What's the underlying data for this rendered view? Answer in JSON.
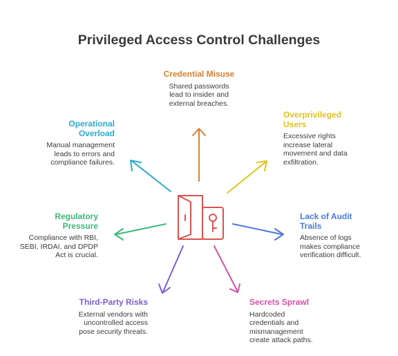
{
  "title": "Privileged Access Control Challenges",
  "items": [
    {
      "key": "credential",
      "heading": "Credential Misuse",
      "text": "Shared passwords\nlead to insider and\nexternal breaches.",
      "color": "#d9802f"
    },
    {
      "key": "overprivileged",
      "heading": "Overprivileged\nUsers",
      "text": "Excessive rights\nincrease lateral\nmovement and data\nexfiltration.",
      "color": "#e3c21c"
    },
    {
      "key": "audit",
      "heading": "Lack of Audit\nTrails",
      "text": "Absence of logs\nmakes compliance\nverification difficult.",
      "color": "#4a79d6"
    },
    {
      "key": "secrets",
      "heading": "Secrets Sprawl",
      "text": "Hardcoded\ncredentials and\nmismanagement\ncreate attack paths.",
      "color": "#d84fa6"
    },
    {
      "key": "thirdparty",
      "heading": "Third-Party Risks",
      "text": "External vendors with\nuncontrolled access\npose security threats.",
      "color": "#7a5fd6"
    },
    {
      "key": "regulatory",
      "heading": "Regulatory\nPressure",
      "text": "Compliance with RBI,\nSEBI, IRDAI, and DPDP\nAct is crucial.",
      "color": "#3db87a"
    },
    {
      "key": "operational",
      "heading": "Operational\nOverload",
      "text": "Manual management\nleads to errors and\ncompliance failures.",
      "color": "#2aa9cf"
    }
  ],
  "center_icon": {
    "name": "door-key-icon",
    "color": "#d9534f"
  }
}
